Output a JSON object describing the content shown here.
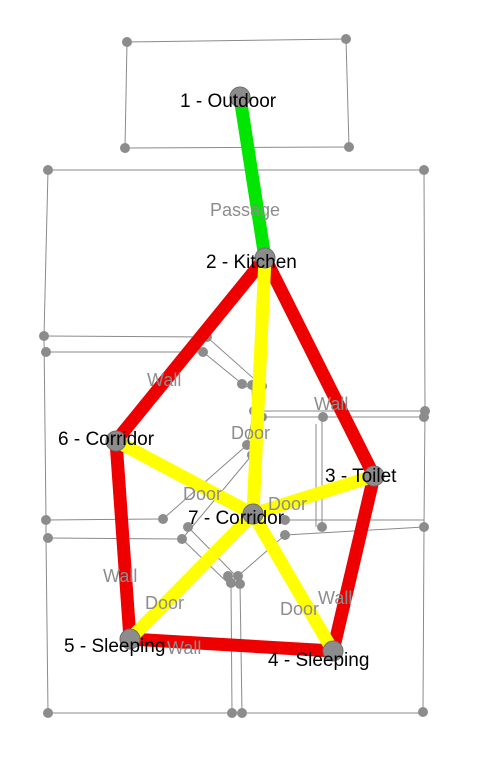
{
  "colors": {
    "background": "#ffffff",
    "wall_line": "#8a8a8a",
    "vertex": "#8c8c8c",
    "passage": "#00e600",
    "door": "#ffff00",
    "wall_edge": "#ee0000",
    "room_label": "#000000",
    "connection_label": "#8c8c8c"
  },
  "nodes": [
    {
      "id": 1,
      "label": "1 - Outdoor"
    },
    {
      "id": 2,
      "label": "2 - Kitchen"
    },
    {
      "id": 3,
      "label": "3 - Toilet"
    },
    {
      "id": 4,
      "label": "4 - Sleeping"
    },
    {
      "id": 5,
      "label": "5 - Sleeping"
    },
    {
      "id": 6,
      "label": "6 - Corridor"
    },
    {
      "id": 7,
      "label": "7 - Corridor"
    }
  ],
  "edges": [
    {
      "from": 2,
      "to": 6,
      "type": "wall",
      "label": "Wall"
    },
    {
      "from": 2,
      "to": 3,
      "type": "wall",
      "label": "Wall"
    },
    {
      "from": 6,
      "to": 5,
      "type": "wall",
      "label": "Wall"
    },
    {
      "from": 3,
      "to": 4,
      "type": "wall",
      "label": "Wall"
    },
    {
      "from": 5,
      "to": 4,
      "type": "wall",
      "label": "Wall"
    },
    {
      "from": 2,
      "to": 7,
      "type": "door",
      "label": "Door"
    },
    {
      "from": 6,
      "to": 7,
      "type": "door",
      "label": "Door"
    },
    {
      "from": 3,
      "to": 7,
      "type": "door",
      "label": "Door"
    },
    {
      "from": 5,
      "to": 7,
      "type": "door",
      "label": "Door"
    },
    {
      "from": 4,
      "to": 7,
      "type": "door",
      "label": "Door"
    },
    {
      "from": 1,
      "to": 2,
      "type": "passage",
      "label": "Passage"
    }
  ]
}
